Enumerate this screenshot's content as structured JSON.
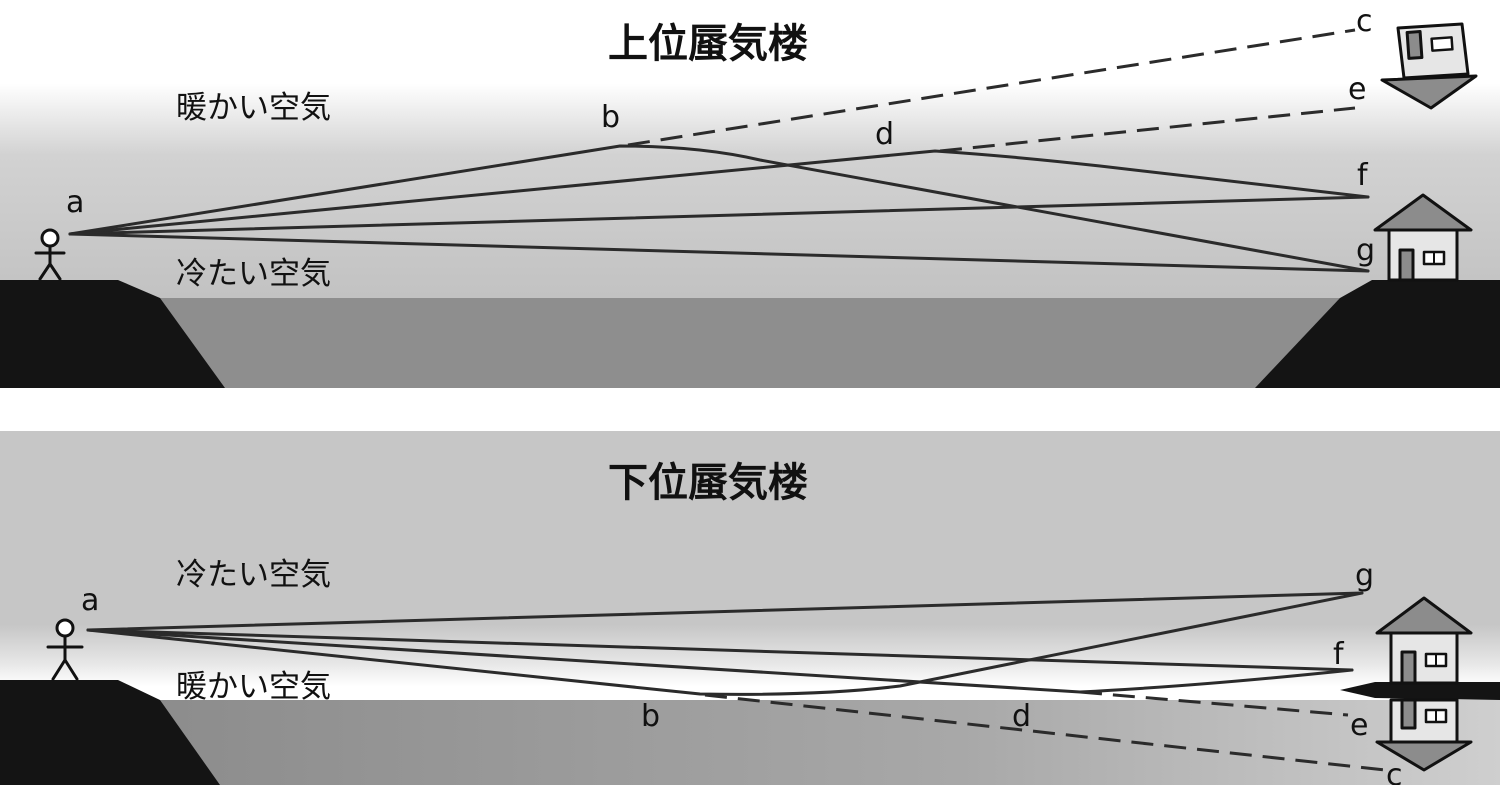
{
  "upper_panel": {
    "title": "上位蜃気楼",
    "warm_air_label": "暖かい空気",
    "cold_air_label": "冷たい空気",
    "points": {
      "a": "a",
      "b": "b",
      "c": "c",
      "d": "d",
      "e": "e",
      "f": "f",
      "g": "g"
    }
  },
  "lower_panel": {
    "title": "下位蜃気楼",
    "cold_air_label": "冷たい空気",
    "warm_air_label": "暖かい空気",
    "points": {
      "a": "a",
      "b": "b",
      "c": "c",
      "d": "d",
      "e": "e",
      "f": "f",
      "g": "g"
    }
  },
  "colors": {
    "sky": "#c4c4c4",
    "water": "#8e8e8e",
    "ground": "#141414",
    "ray": "#2b2b2b"
  }
}
